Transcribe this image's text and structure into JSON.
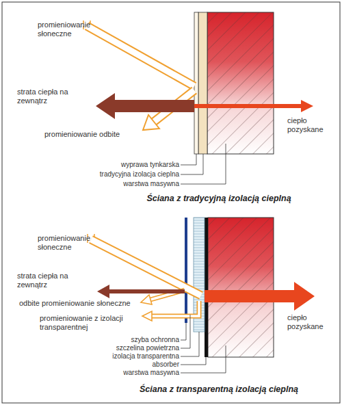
{
  "diagram": {
    "labels": [
      "promieniowanie słoneczne",
      "strata ciepła na zewnątrz",
      "promieniowanie odbite",
      "ciepło pozyskane",
      "wyprawa tynkarska",
      "tradycyjna izolacja cieplna",
      "warstwa masywna",
      "Ściana z tradycyjną izolacją cieplną",
      "promieniowanie słoneczne",
      "strata ciepła na zewnątrz",
      "odbite promieniowanie słoneczne",
      "promieniowanie z izolacji transparentnej",
      "ciepło pozyskane",
      "szyba ochronna",
      "szczelina powietrzna",
      "izolacja transparentna",
      "absorber",
      "warstwa masywna",
      "Ściana z transparentną izolacją cieplną"
    ]
  }
}
